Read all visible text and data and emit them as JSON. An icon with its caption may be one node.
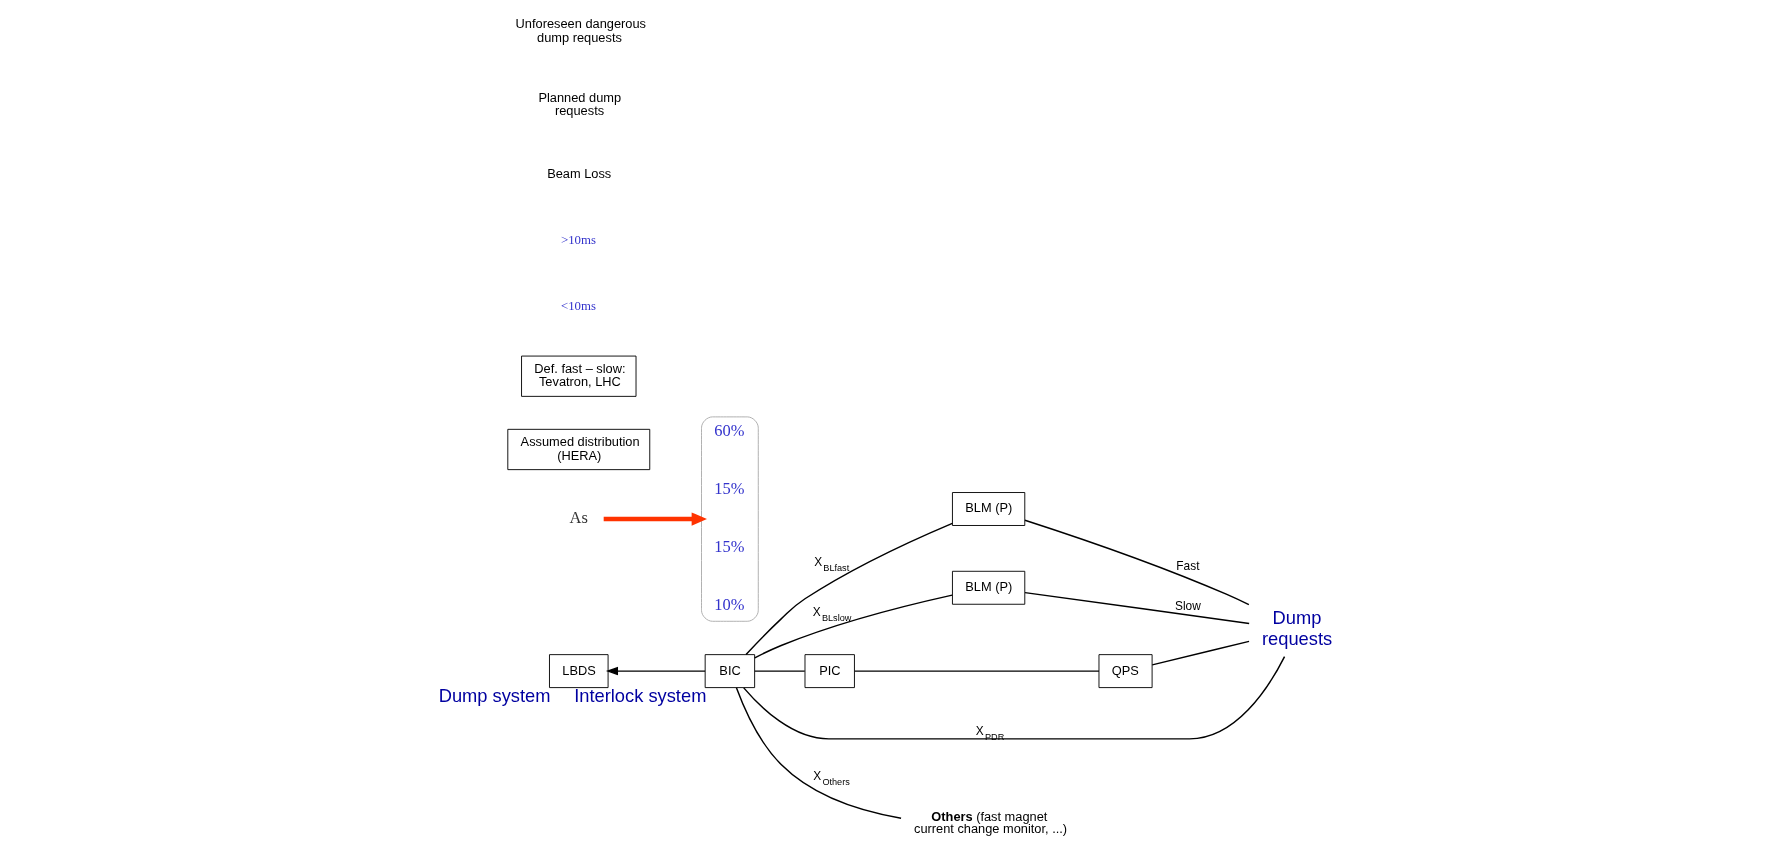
{
  "diagram": {
    "nodes": [
      {
        "text": [
          "LBDS"
        ],
        "beside": [
          "Dump system"
        ]
      },
      {
        "text": [
          "BIC"
        ],
        "beside": [
          "Interlock system"
        ]
      },
      {
        "text": [
          "BLM (P)"
        ]
      },
      {
        "text": [
          "BLM (P)"
        ]
      },
      {
        "text": [
          "PIC"
        ]
      },
      {
        "text": [
          "QPS"
        ]
      },
      {
        "text": [
          "Dump requests"
        ]
      },
      {
        "text": [
          "**Others** (fast magnet current change monitor, ...)"
        ]
      },
      {
        "text": [
          "60%",
          "15%",
          "15%",
          "10%"
        ]
      },
      {
        "text": [
          "As"
        ]
      },
      {
        "text": [
          "Assumed distribution (HERA)"
        ]
      },
      {
        "text": [
          "Def. fast – slow: Tevatron, LHC"
        ]
      }
    ],
    "edges": [
      {
        "from": 1,
        "to": 0,
        "arrow": "to"
      },
      {
        "from": 1,
        "to": 6,
        "arrow": "none",
        "label": "X$_{PDR}$"
      },
      {
        "from": 1,
        "to": 2,
        "arrow": "none",
        "label": "X$_{BLfast}$"
      },
      {
        "from": 1,
        "to": 3,
        "arrow": "none",
        "label": "X$_{BLslow}$"
      },
      {
        "from": 1,
        "to": 4,
        "arrow": "none"
      },
      {
        "from": 4,
        "to": 5,
        "arrow": "none"
      },
      {
        "from": 2,
        "to": 6,
        "arrow": "none",
        "label": "Fast"
      },
      {
        "from": 3,
        "to": 6,
        "arrow": "none",
        "label": "Slow"
      },
      {
        "from": 5,
        "to": 6,
        "arrow": "none"
      },
      {
        "from": 1,
        "to": 7,
        "arrow": "none",
        "label": "X$_{Others}$"
      },
      {
        "from": 9,
        "to": 8,
        "arrow": "to",
        "style": "thick",
        "color": "#ff3300"
      }
    ],
    "labels": [
      "<10ms",
      ">10ms",
      "Beam Loss",
      "Planned dump requests",
      "Unforeseen dangerous dump requests"
    ]
  }
}
